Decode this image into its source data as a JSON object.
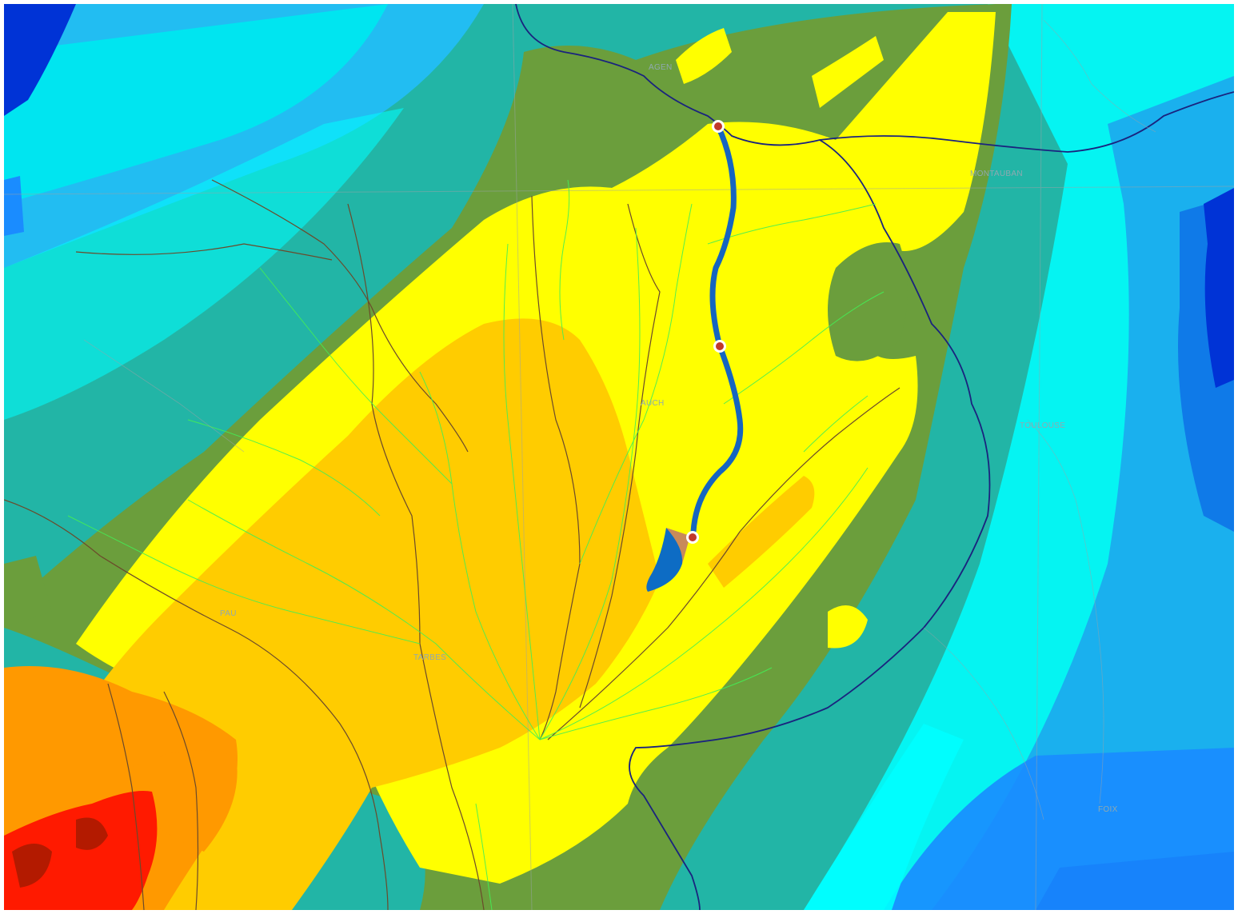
{
  "map": {
    "labels": {
      "agen": "AGEN",
      "montauban": "MONTAUBAN",
      "auch": "AUCH",
      "toulouse": "TOULOUSE",
      "foix": "FOIX",
      "pau": "PAU",
      "tarbes": "TARBES"
    },
    "palette": {
      "deep_blue": "#0033d6",
      "blue": "#1a8cff",
      "light_blue": "#22bdf2",
      "cyan": "#00ffff",
      "teal": "#22b5a6",
      "olive_green": "#6b9e3c",
      "yellow": "#ffff00",
      "amber": "#ffcc00",
      "orange": "#ff9900",
      "red": "#ff1a00",
      "dark_red": "#b31a00",
      "river_blue": "#1565c0",
      "boundary_navy": "#1a237e",
      "watershed_brown": "#6b4a2b",
      "tributary_green": "#44ee55",
      "admin_grey": "#9aa3a8"
    },
    "icons": {
      "gauge_marker": "gauge-station-icon",
      "reservoir": "reservoir-icon"
    }
  }
}
